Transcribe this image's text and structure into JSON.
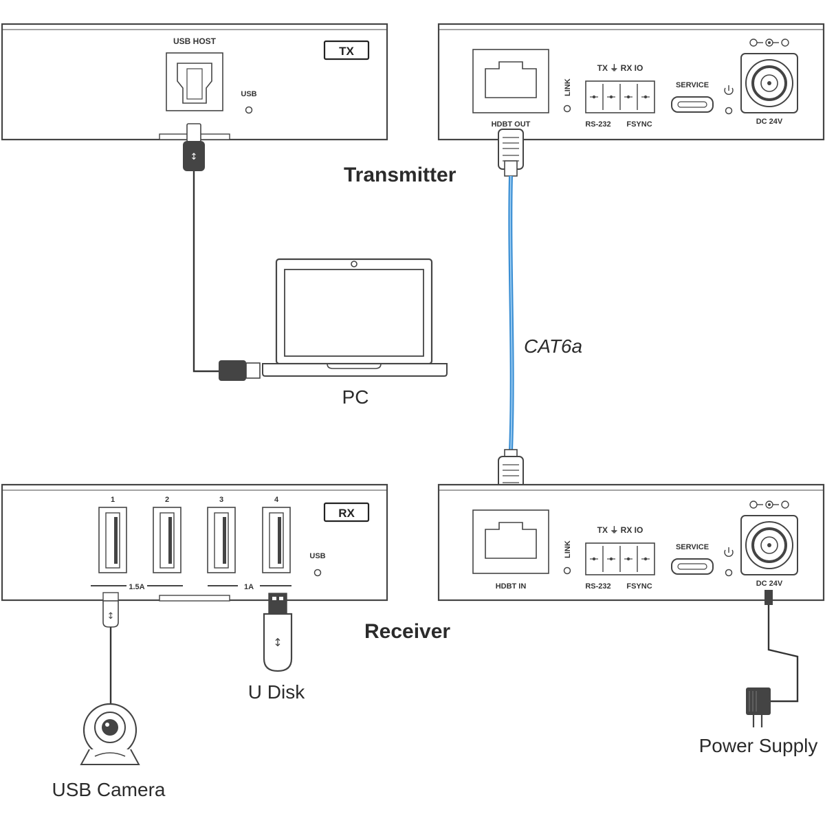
{
  "labels": {
    "transmitter": "Transmitter",
    "receiver": "Receiver",
    "pc": "PC",
    "cable": "CAT6a",
    "u_disk": "U Disk",
    "usb_camera": "USB Camera",
    "power_supply": "Power Supply"
  },
  "tx_usb_panel": {
    "badge": "TX",
    "usb_host": "USB HOST",
    "usb": "USB"
  },
  "tx_hdbt_panel": {
    "hdbt_port": "HDBT OUT",
    "link": "LINK",
    "terminal_top": "TX ⏚ RX IO",
    "rs232": "RS-232",
    "fsync": "FSYNC",
    "service": "SERVICE",
    "dc": "DC 24V"
  },
  "rx_usb_panel": {
    "badge": "RX",
    "ports": [
      "1",
      "2",
      "3",
      "4"
    ],
    "current_left": "1.5A",
    "current_right": "1A",
    "usb": "USB"
  },
  "rx_hdbt_panel": {
    "hdbt_port": "HDBT IN",
    "link": "LINK",
    "terminal_top": "TX ⏚ RX IO",
    "rs232": "RS-232",
    "fsync": "FSYNC",
    "service": "SERVICE",
    "dc": "DC 24V"
  },
  "colors": {
    "cat6a_cable": "#3b8fd4",
    "outline": "#444444"
  },
  "icons": [
    "usb-b-port-icon",
    "rj45-port-icon",
    "usb-a-port-icon",
    "power-icon",
    "dc-jack-icon",
    "laptop-icon",
    "webcam-icon",
    "usb-flash-drive-icon",
    "power-adapter-icon"
  ]
}
